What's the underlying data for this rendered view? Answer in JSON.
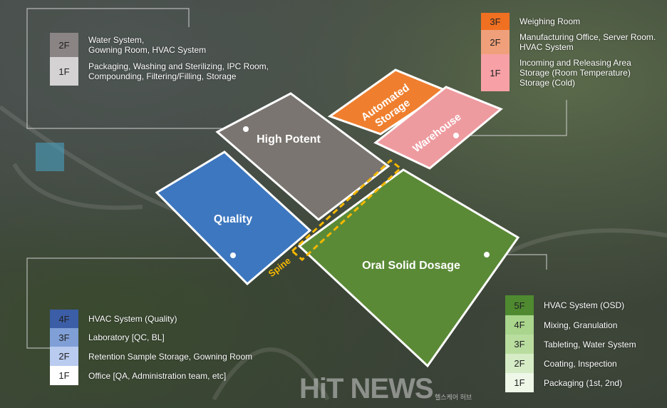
{
  "buildings": {
    "high_potent": {
      "label": "High Potent",
      "color": "#7a7570"
    },
    "automated_storage": {
      "label_line1": "Automated",
      "label_line2": "Storage",
      "color": "#ef7f2e"
    },
    "warehouse": {
      "label": "Warehouse",
      "color": "#ee9ba0"
    },
    "quality": {
      "label": "Quality",
      "color": "#3d77c0"
    },
    "osd": {
      "label": "Oral Solid Dosage",
      "color": "#5b8a37"
    },
    "spine": {
      "label": "Spine",
      "color": "#f5b800"
    }
  },
  "legends": {
    "high_potent": [
      {
        "floor": "2F",
        "color": "#8a8484",
        "lines": [
          "Water System,",
          "Gowning Room, HVAC System"
        ]
      },
      {
        "floor": "1F",
        "color": "#d4d2d3",
        "lines": [
          "Packaging, Washing and Sterilizing, IPC Room,",
          "Compounding, Filtering/Filling, Storage"
        ]
      }
    ],
    "warehouse": [
      {
        "floor": "3F",
        "color": "#f07021",
        "lines": [
          "Weighing Room"
        ]
      },
      {
        "floor": "2F",
        "color": "#efa07a",
        "lines": [
          "Manufacturing Office, Server Room.",
          "HVAC System"
        ]
      },
      {
        "floor": "1F",
        "color": "#f7a1a6",
        "lines": [
          "Incoming and Releasing Area",
          "Storage (Room Temperature)",
          "Storage (Cold)"
        ]
      }
    ],
    "quality": [
      {
        "floor": "4F",
        "color": "#3b5ea6",
        "lines": [
          "HVAC System (Quality)"
        ]
      },
      {
        "floor": "3F",
        "color": "#7f9fd6",
        "lines": [
          "Laboratory [QC, BL]"
        ]
      },
      {
        "floor": "2F",
        "color": "#b9cbee",
        "lines": [
          "Retention Sample Storage, Gowning Room"
        ]
      },
      {
        "floor": "1F",
        "color": "#ffffff",
        "lines": [
          "Office [QA, Administration team, etc]"
        ]
      }
    ],
    "osd": [
      {
        "floor": "5F",
        "color": "#4f8a30",
        "lines": [
          "HVAC System (OSD)"
        ]
      },
      {
        "floor": "4F",
        "color": "#a9d58c",
        "lines": [
          "Mixing, Granulation"
        ]
      },
      {
        "floor": "3F",
        "color": "#b9dd9f",
        "lines": [
          "Tableting, Water System"
        ]
      },
      {
        "floor": "2F",
        "color": "#d6ecc6",
        "lines": [
          "Coating, Inspection"
        ]
      },
      {
        "floor": "1F",
        "color": "#eef7e8",
        "lines": [
          "Packaging (1st, 2nd)"
        ]
      }
    ]
  },
  "watermark": {
    "main": "HiT NEWS",
    "sub": "헬스케어 허브"
  }
}
